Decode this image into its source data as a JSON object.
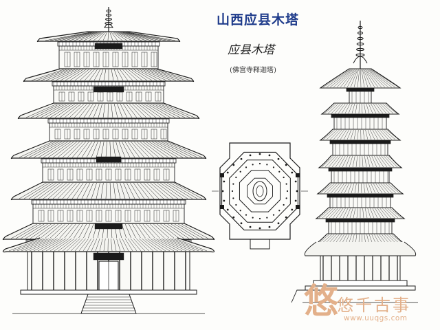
{
  "title": "山西应县木塔",
  "subtitle": "应县木塔",
  "caption": "(佛宫寺释迦塔)",
  "watermark": {
    "big_char": "悠",
    "text": "悠千古事",
    "url": "www.uuqgs.com"
  },
  "colors": {
    "title": "#1d3a8a",
    "ink": "#1a1a1a",
    "watermark": "#e3b08a"
  }
}
